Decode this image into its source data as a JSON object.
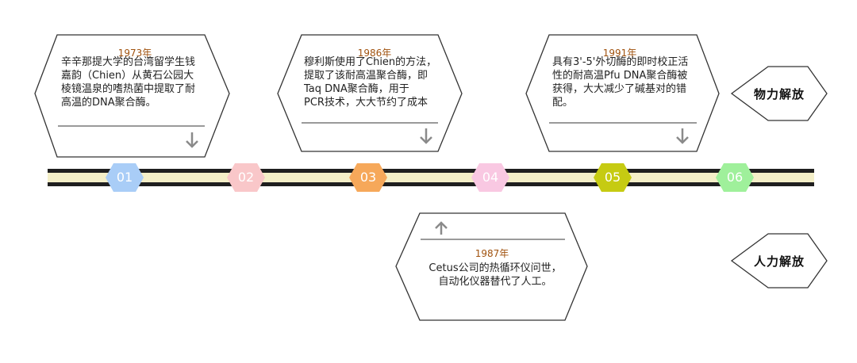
{
  "cards": [
    {
      "year": "1973年",
      "lines": [
        "辛辛那提大学的台湾留学生钱",
        "嘉韵（Chien）从黄石公园大",
        "棱镜温泉的嗜热菌中提取了耐",
        "高温的DNA聚合酶。"
      ],
      "arrow": "down"
    },
    {
      "year": "1986年",
      "lines": [
        "穆利斯使用了Chien的方法，",
        "提取了该耐高温聚合酶，即",
        "Taq  DNA聚合酶，用于",
        "PCR技术，大大节约了成本"
      ],
      "arrow": "down"
    },
    {
      "year": "1991年",
      "lines": [
        "具有3'-5'外切酶的即时校正活",
        "性的耐高温Pfu  DNA聚合酶被",
        "获得，大大减少了碱基对的错",
        "配。"
      ],
      "arrow": "down"
    },
    {
      "year": "1987年",
      "lines": [
        "Cetus公司的热循环仪问世，",
        "自动化仪器替代了人工。"
      ],
      "arrow": "up"
    }
  ],
  "nodes": [
    {
      "label": "01",
      "color": "#a9cdf7"
    },
    {
      "label": "02",
      "color": "#f9c7c9"
    },
    {
      "label": "03",
      "color": "#f6a85a"
    },
    {
      "label": "04",
      "color": "#f9c8e2"
    },
    {
      "label": "05",
      "color": "#c6cb12"
    },
    {
      "label": "06",
      "color": "#9ff09b"
    }
  ],
  "tags": [
    {
      "label": "物力解放"
    },
    {
      "label": "人力解放"
    }
  ],
  "colors": {
    "rail_dark": "#1f1f1f",
    "rail_light": "#f4efc8",
    "outline": "#333333",
    "divider": "#9a9a9a"
  }
}
